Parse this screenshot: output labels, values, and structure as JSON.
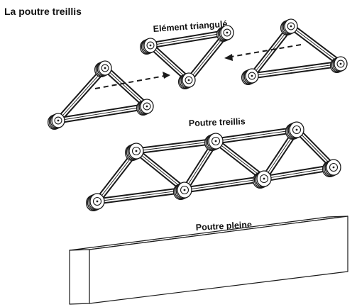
{
  "page": {
    "title": "La poutre treillis"
  },
  "labels": {
    "triangulated_element": "Elément triangulé",
    "truss_beam": "Poutre treillis",
    "solid_beam": "Poutre pleine"
  }
}
